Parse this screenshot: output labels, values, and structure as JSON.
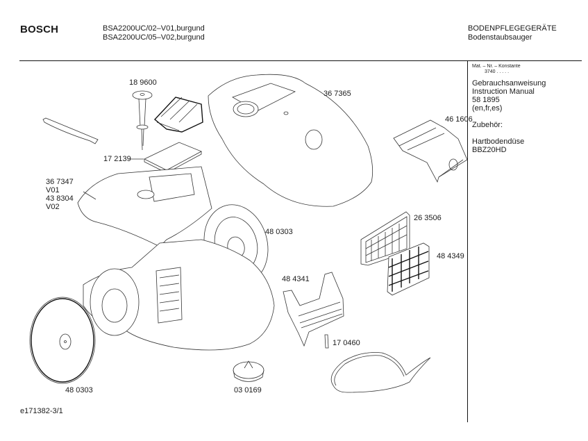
{
  "header": {
    "brand": "BOSCH",
    "models": [
      "BSA2200UC/02–V01,burgund",
      "BSA2200UC/05–V02,burgund"
    ],
    "category": "BODENPFLEGEGERÄTE",
    "subcategory": "Bodenstaubsauger"
  },
  "sidebar": {
    "mat_nr_label": "Mat. – Nr. – Konstante",
    "mat_nr_value": "3740  .  .  .  .  .",
    "manual_lines": [
      "Gebrauchsanweisung",
      "Instruction Manual",
      "58 1895",
      "(en,fr,es)"
    ],
    "accessories_label": "Zubehör:",
    "accessory_lines": [
      "Hartbodendüse",
      "BBZ20HD"
    ]
  },
  "parts": [
    {
      "id": "189600",
      "label": "18 9600",
      "part": "filter-holder-pin"
    },
    {
      "id": "367365",
      "label": "36 7365",
      "part": "top-cover"
    },
    {
      "id": "461606",
      "label": "46 1606",
      "part": "dust-bag"
    },
    {
      "id": "172139",
      "label": "17 2139",
      "part": "motor-filter-pad"
    },
    {
      "id": "367347",
      "label": "36 7347",
      "part": "inner-housing-v01"
    },
    {
      "id": "v01",
      "label": "V01",
      "part": "variant"
    },
    {
      "id": "438304",
      "label": "43 8304",
      "part": "inner-housing-v02"
    },
    {
      "id": "v02",
      "label": "V02",
      "part": "variant"
    },
    {
      "id": "480303a",
      "label": "48 0303",
      "part": "wheel-right"
    },
    {
      "id": "263506",
      "label": "26 3506",
      "part": "exhaust-filter"
    },
    {
      "id": "484349",
      "label": "48 4349",
      "part": "filter-grille"
    },
    {
      "id": "484341",
      "label": "48 4341",
      "part": "bag-holder"
    },
    {
      "id": "170460",
      "label": "17 0460",
      "part": "seal-strip"
    },
    {
      "id": "480303b",
      "label": "48 0303",
      "part": "wheel-left"
    },
    {
      "id": "030169",
      "label": "03 0169",
      "part": "castor-wheel"
    }
  ],
  "footer": {
    "doc_id": "e171382-3/1"
  }
}
